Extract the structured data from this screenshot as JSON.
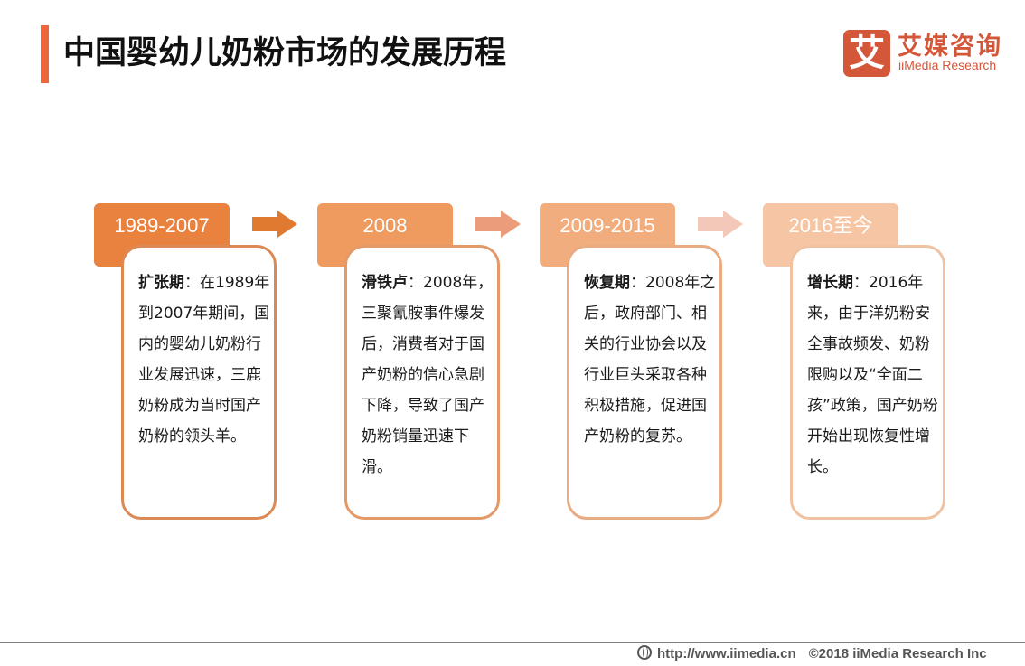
{
  "header": {
    "title": "中国婴幼儿奶粉市场的发展历程",
    "accent_color": "#f0643a"
  },
  "logo": {
    "mark": "艾",
    "cn": "艾媒咨询",
    "en": "iiMedia Research",
    "color": "#d4573a"
  },
  "stages": [
    {
      "period": "1989-2007",
      "label": "扩张期",
      "text": "：在1989年到2007年期间，国内的婴幼儿奶粉行业发展迅速，三鹿奶粉成为当时国产奶粉的领头羊。",
      "tab_color": "#e9823f",
      "border_color": "#dc8a55"
    },
    {
      "period": "2008",
      "label": "滑铁卢",
      "text": "：2008年，三聚氰胺事件爆发后，消费者对于国产奶粉的信心急剧下降，导致了国产奶粉销量迅速下滑。",
      "tab_color": "#ef9a5f",
      "border_color": "#e39a68"
    },
    {
      "period": "2009-2015",
      "label": "恢复期",
      "text": "：2008年之后，政府部门、相关的行业协会以及行业巨头采取各种积极措施，促进国产奶粉的复苏。",
      "tab_color": "#f2ad7f",
      "border_color": "#e8ab82"
    },
    {
      "period": "2016至今",
      "label": "增长期",
      "text": "：2016年来，由于洋奶粉安全事故频发、奶粉限购以及“全面二孩”政策，国产奶粉开始出现恢复性增长。",
      "tab_color": "#f6c6a4",
      "border_color": "#efc3a2"
    }
  ],
  "arrows": [
    {
      "color": "#e07a30"
    },
    {
      "color": "#eb9d7b"
    },
    {
      "color": "#f4c8b8"
    }
  ],
  "footer": {
    "url": "http://www.iimedia.cn",
    "copyright": "©2018  iiMedia Research  Inc"
  }
}
